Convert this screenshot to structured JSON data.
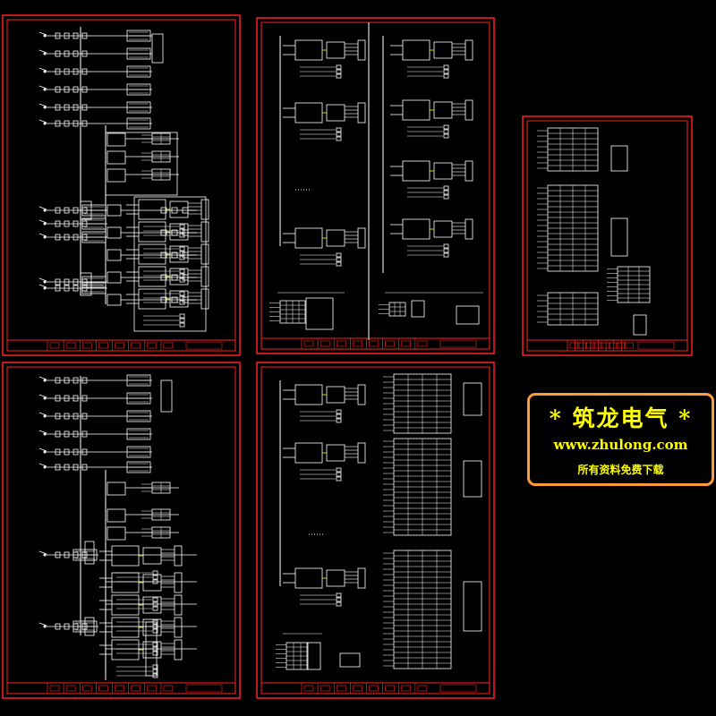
{
  "banner": {
    "title": "* 筑龙电气 *",
    "url": "www.zhulong.com",
    "subtitle": "所有资料免费下载"
  },
  "colors": {
    "background": "#000000",
    "frame": "#ff2020",
    "wire": "#ffffff",
    "accent": "#ffff00",
    "banner_border": "#ff9a3a",
    "banner_text": "#ffff00"
  },
  "sheets": [
    {
      "id": "sheet-1",
      "kind": "single-line-diagram"
    },
    {
      "id": "sheet-2",
      "kind": "control-schematic"
    },
    {
      "id": "sheet-3",
      "kind": "terminal-table"
    },
    {
      "id": "sheet-4",
      "kind": "single-line-diagram"
    },
    {
      "id": "sheet-5",
      "kind": "control-schematic-with-terminals"
    }
  ]
}
